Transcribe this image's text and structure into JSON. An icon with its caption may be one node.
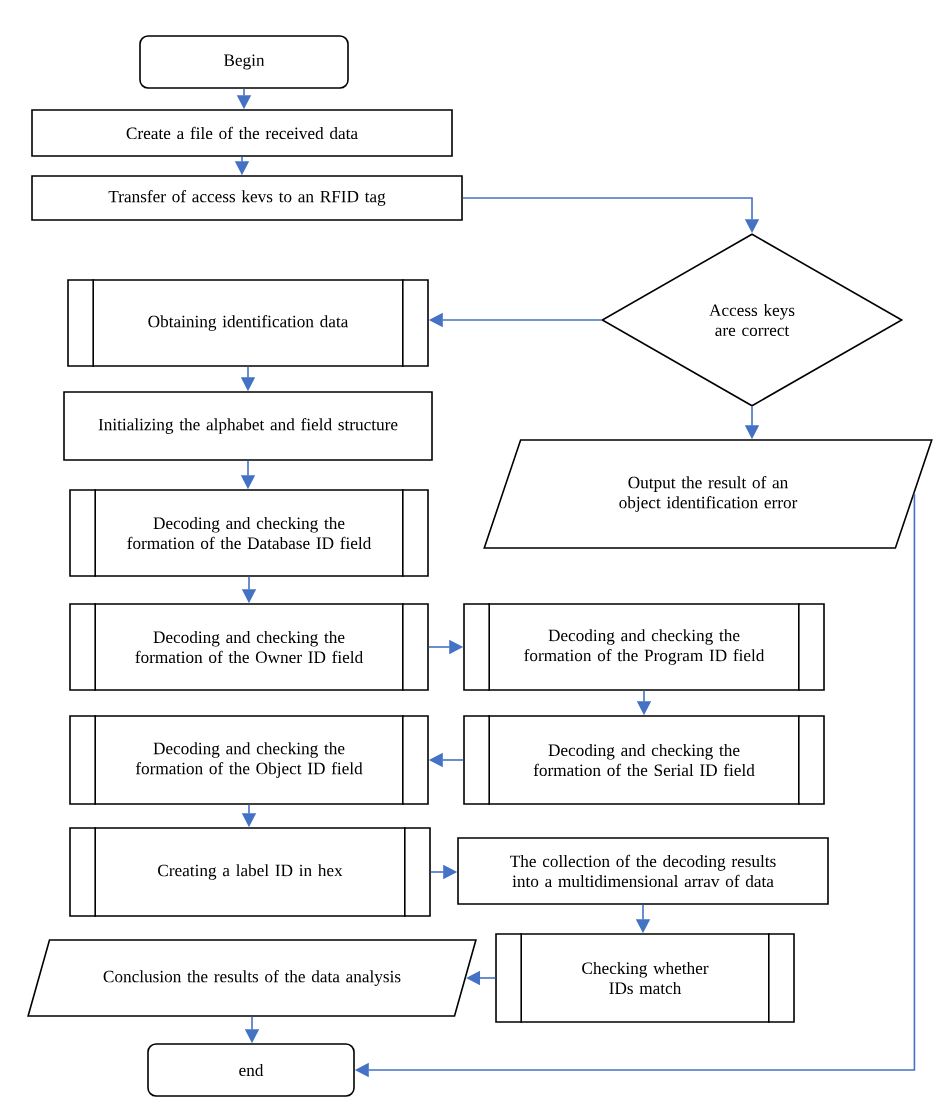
{
  "diagram": {
    "nodes": [
      {
        "text": [
          "Begin"
        ]
      },
      {
        "text": [
          "Create a file of the received data"
        ]
      },
      {
        "text": [
          "Transfer of access kevs to an RFID tag"
        ]
      },
      {
        "text": [
          "Obtaining identification data"
        ]
      },
      {
        "text": [
          "Access keys are correct"
        ]
      },
      {
        "text": [
          "Initializing the alphabet and field structure"
        ]
      },
      {
        "text": [
          "Decoding and checking the formation of the Database ID field"
        ]
      },
      {
        "text": [
          "Output the result of an object identification error"
        ]
      },
      {
        "text": [
          "Decoding and checking the formation of the Owner ID field"
        ]
      },
      {
        "text": [
          "Decoding and checking the formation of the Program ID field"
        ]
      },
      {
        "text": [
          "Decoding and checking the formation of the Object ID field"
        ]
      },
      {
        "text": [
          "Decoding and checking the formation of the Serial ID field"
        ]
      },
      {
        "text": [
          "Creating a label ID in hex"
        ]
      },
      {
        "text": [
          "The collection of the decoding results into a multidimensional arrav of data"
        ]
      },
      {
        "text": [
          "Checking whether IDs match"
        ]
      },
      {
        "text": [
          "Conclusion the results of the data analysis"
        ]
      },
      {
        "text": [
          "end"
        ]
      }
    ],
    "edges": [
      {
        "from": 0,
        "to": 1,
        "arrow": "to"
      },
      {
        "from": 1,
        "to": 2,
        "arrow": "to"
      },
      {
        "from": 2,
        "to": 4,
        "arrow": "to"
      },
      {
        "from": 4,
        "to": 3,
        "arrow": "to"
      },
      {
        "from": 4,
        "to": 7,
        "arrow": "to"
      },
      {
        "from": 3,
        "to": 5,
        "arrow": "to"
      },
      {
        "from": 5,
        "to": 6,
        "arrow": "to"
      },
      {
        "from": 6,
        "to": 8,
        "arrow": "to"
      },
      {
        "from": 8,
        "to": 9,
        "arrow": "to"
      },
      {
        "from": 9,
        "to": 11,
        "arrow": "to"
      },
      {
        "from": 11,
        "to": 10,
        "arrow": "to"
      },
      {
        "from": 10,
        "to": 12,
        "arrow": "to"
      },
      {
        "from": 12,
        "to": 13,
        "arrow": "to"
      },
      {
        "from": 13,
        "to": 14,
        "arrow": "to"
      },
      {
        "from": 14,
        "to": 15,
        "arrow": "to"
      },
      {
        "from": 15,
        "to": 16,
        "arrow": "to"
      },
      {
        "from": 7,
        "to": 16,
        "arrow": "to"
      }
    ]
  }
}
